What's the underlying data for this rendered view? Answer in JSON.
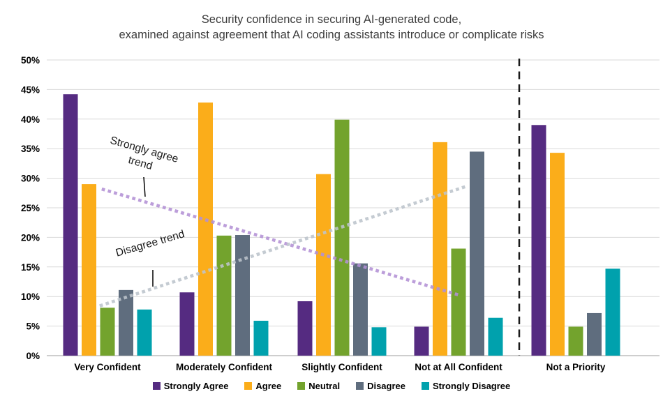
{
  "title": {
    "line1": "Security confidence in securing AI-generated code,",
    "line2": "examined against agreement that AI coding assistants introduce or complicate risks"
  },
  "chart_data": {
    "type": "bar",
    "categories": [
      "Very Confident",
      "Moderately Confident",
      "Slightly Confident",
      "Not at All Confident",
      "Not a Priority"
    ],
    "series": [
      {
        "name": "Strongly Agree",
        "color": "#552B81",
        "values": [
          44.2,
          10.7,
          9.2,
          4.9,
          39.0
        ]
      },
      {
        "name": "Agree",
        "color": "#FBAD1A",
        "values": [
          29.0,
          42.8,
          30.7,
          36.1,
          34.3
        ]
      },
      {
        "name": "Neutral",
        "color": "#73A32D",
        "values": [
          8.1,
          20.3,
          39.9,
          18.1,
          4.9
        ]
      },
      {
        "name": "Disagree",
        "color": "#5F6D7E",
        "values": [
          11.1,
          20.4,
          15.6,
          34.5,
          7.2
        ]
      },
      {
        "name": "Strongly Disagree",
        "color": "#00A1AD",
        "values": [
          7.8,
          5.9,
          4.8,
          6.4,
          14.7
        ]
      }
    ],
    "xlabel": "",
    "ylabel": "",
    "ylim": [
      0,
      50
    ],
    "ytick_step": 5,
    "ytick_suffix": "%",
    "grid": true,
    "legend_position": "bottom",
    "separator": {
      "after_category": "Not at All Confident",
      "style": "dashed",
      "color": "#1a1a1a"
    },
    "trend_lines": [
      {
        "name": "Strongly agree trend",
        "color": "#B391D6",
        "start_pct": 28.1,
        "end_pct": 10.1,
        "from_category": 0,
        "to_category": 3
      },
      {
        "name": "Disagree trend",
        "color": "#BDC4CC",
        "start_pct": 8.5,
        "end_pct": 28.5,
        "from_category": 0,
        "to_category": 3
      }
    ],
    "annotations": [
      {
        "label": "Strongly agree trend",
        "lines": [
          "Strongly agree",
          "trend"
        ]
      },
      {
        "label": "Disagree trend",
        "lines": [
          "Disagree trend"
        ]
      }
    ]
  }
}
